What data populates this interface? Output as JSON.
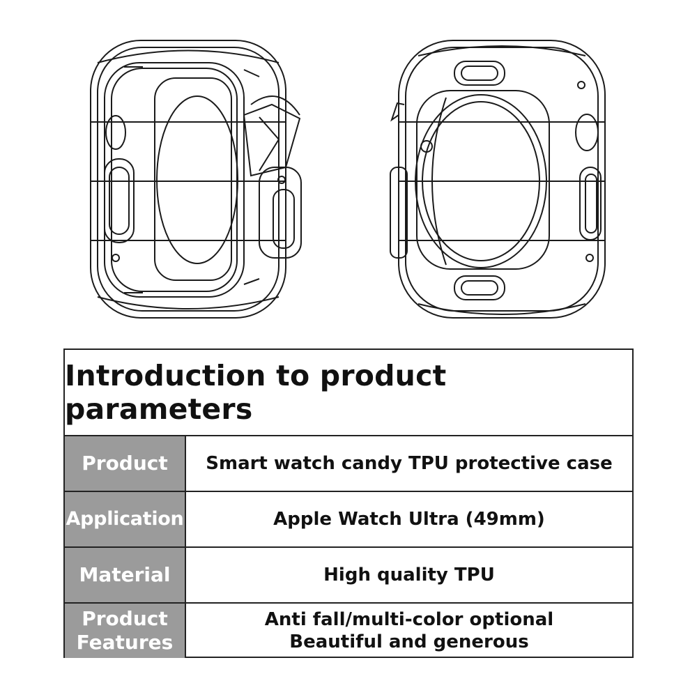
{
  "table": {
    "title": "Introduction to product parameters",
    "rows": [
      {
        "label": "Product",
        "value": "Smart watch candy TPU protective case"
      },
      {
        "label": "Application",
        "value": "Apple Watch Ultra (49mm)"
      },
      {
        "label": "Material",
        "value": "High quality TPU"
      },
      {
        "label": "Product\nFeatures",
        "value": "Anti fall/multi-color optional\nBeautiful and generous"
      }
    ]
  },
  "colors": {
    "label_background": "#9b9b9b",
    "label_text": "#ffffff",
    "border": "#222222",
    "line_art": "#1a1a1a"
  }
}
